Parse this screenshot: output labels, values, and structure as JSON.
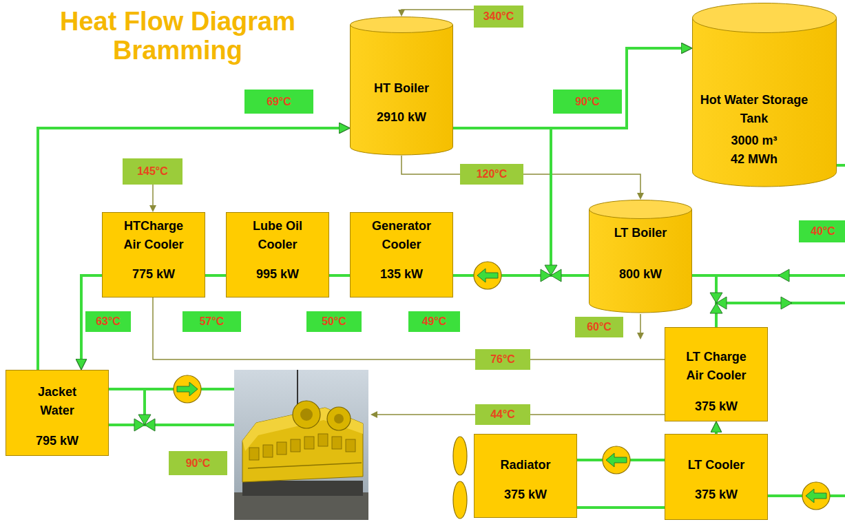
{
  "diagram": {
    "title": "Heat Flow Diagram Bramming",
    "nodes": [
      {
        "text": [
          "HT Boiler",
          "2910 kW"
        ]
      },
      {
        "text": [
          "Hot Water Storage Tank",
          "3000 m³",
          "42 MWh"
        ]
      },
      {
        "text": [
          "HTCharge Air Cooler",
          "775 kW"
        ]
      },
      {
        "text": [
          "Lube Oil Cooler",
          "995 kW"
        ]
      },
      {
        "text": [
          "Generator Cooler",
          "135 kW"
        ]
      },
      {
        "text": [
          "LT Boiler",
          "800 kW"
        ]
      },
      {
        "text": [
          "LT Charge Air Cooler",
          "375 kW"
        ]
      },
      {
        "text": [
          "Jacket Water",
          "795 kW"
        ]
      },
      {
        "text": [
          "Radiator",
          "375 kW"
        ]
      },
      {
        "text": [
          "LT Cooler",
          "375 kW"
        ]
      }
    ],
    "edges": [
      {
        "from": 7,
        "to": 0,
        "arrow": "to"
      },
      {
        "from": 0,
        "to": 1,
        "arrow": "to"
      },
      {
        "from": 0,
        "to": 5,
        "label": "120°C",
        "arrow": "to"
      },
      {
        "from": 0,
        "to": 4,
        "arrow": "none"
      },
      {
        "from": 5,
        "to": 4,
        "arrow": "none"
      },
      {
        "from": 4,
        "to": 3,
        "arrow": "none"
      },
      {
        "from": 3,
        "to": 2,
        "arrow": "none"
      },
      {
        "from": 2,
        "to": 7,
        "arrow": "to"
      },
      {
        "from": 2,
        "to": 6,
        "label": "76°C",
        "arrow": "none"
      },
      {
        "from": 9,
        "to": 6,
        "arrow": "to"
      },
      {
        "from": 9,
        "to": 8,
        "arrow": "none"
      },
      {
        "from": 8,
        "to": 9,
        "arrow": "none"
      }
    ],
    "labels": [
      "69°C",
      "90°C",
      "340°C",
      "145°C",
      "40°C",
      "63°C",
      "57°C",
      "50°C",
      "49°C",
      "60°C",
      "44°C",
      "90°C"
    ]
  }
}
